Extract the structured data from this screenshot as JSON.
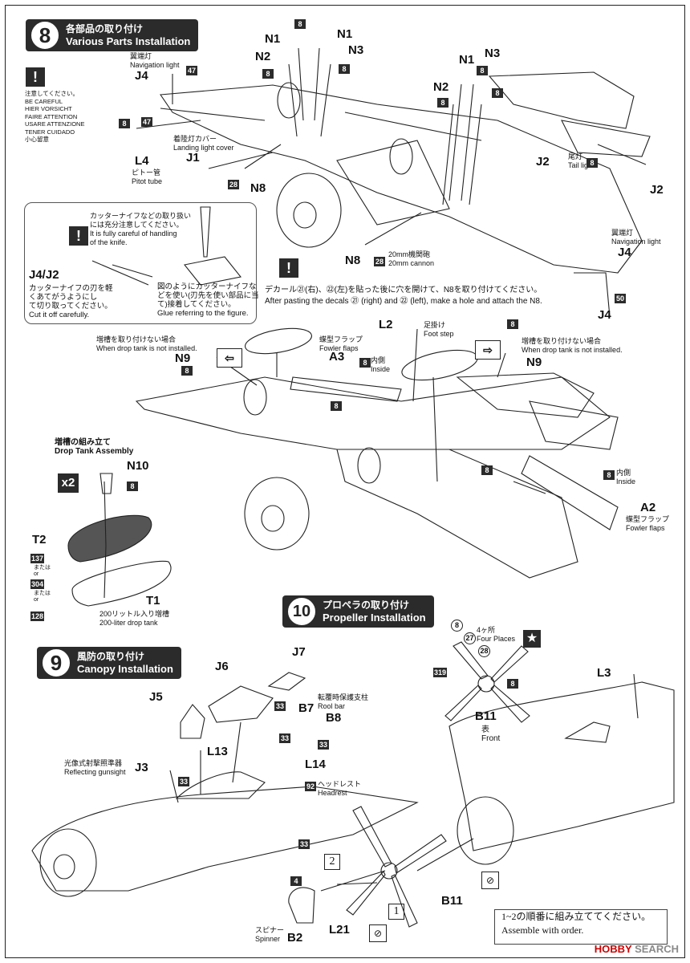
{
  "sections": {
    "s8": {
      "num": "8",
      "jp": "各部品の取り付け",
      "en": "Various Parts Installation"
    },
    "s9": {
      "num": "9",
      "jp": "風防の取り付け",
      "en": "Canopy Installation"
    },
    "s10": {
      "num": "10",
      "jp": "プロペラの取り付け",
      "en": "Propeller Installation"
    }
  },
  "careful": [
    "注意してください。",
    "BE CAREFUL",
    "HIER VORSICHT",
    "FAIRE ATTENTION",
    "USARE ATTENZIONE",
    "TENER CUIDADO",
    "小心留意"
  ],
  "knife_note": {
    "jp1": "カッターナイフなどの取り扱い",
    "jp2": "には充分注意してください。",
    "en1": "It is fully careful of handling",
    "en2": "of the knife.",
    "part": "J4/J2",
    "cut_jp1": "カッターナイフの刃を軽",
    "cut_jp2": "くあてがうようにし",
    "cut_jp3": "て切り取ってください。",
    "cut_en": "Cut it off carefully.",
    "glue_jp1": "図のようにカッターナイフな",
    "glue_jp2": "どを使い(刃先を使い部品に当",
    "glue_jp3": "て)接着してください。",
    "glue_en": "Glue referring to the figure."
  },
  "labels": {
    "n1": "N1",
    "n2": "N2",
    "n3": "N3",
    "n8": "N8",
    "n9": "N9",
    "n10": "N10",
    "j1": "J1",
    "j2": "J2",
    "j3": "J3",
    "j4": "J4",
    "j5": "J5",
    "j6": "J6",
    "j7": "J7",
    "l2": "L2",
    "l3": "L3",
    "l4": "L4",
    "l13": "L13",
    "l14": "L14",
    "l21": "L21",
    "a2": "A2",
    "a3": "A3",
    "t1": "T1",
    "t2": "T2",
    "b2": "B2",
    "b7": "B7",
    "b8": "B8",
    "b11": "B11"
  },
  "captions": {
    "nav_light_jp": "翼端灯",
    "nav_light_en": "Navigation light",
    "landing_jp": "着陸灯カバー",
    "landing_en": "Landing light cover",
    "pitot_jp": "ピトー管",
    "pitot_en": "Pitot tube",
    "tail_jp": "尾灯",
    "tail_en": "Tail light",
    "cannon_jp": "20mm機関砲",
    "cannon_en": "20mm cannon",
    "decal_jp": "デカール㉑(右)、㉒(左)を貼った後に穴を開けて、N8を取り付けてください。",
    "decal_en": "After pasting the decals ㉑ (right) and ㉒ (left), make a hole and attach the N8.",
    "drop_not_jp": "増槽を取り付けない場合",
    "drop_not_en": "When drop tank is not installed.",
    "flap_jp": "蝶型フラップ",
    "flap_en": "Fowler flaps",
    "inside_jp": "内側",
    "inside_en": "Inside",
    "step_jp": "足掛け",
    "step_en": "Foot step",
    "drop_asm_jp": "増槽の組み立て",
    "drop_asm_en": "Drop Tank Assembly",
    "tank_jp": "200リットル入り増槽",
    "tank_en": "200-liter drop tank",
    "or_jp": "または",
    "or_en": "or",
    "four_jp": "4ヶ所",
    "four_en": "Four Places",
    "front_jp": "表",
    "front_en": "Front",
    "rollbar_jp": "転覆時保護支柱",
    "rollbar_en": "Rool bar",
    "gunsight_jp": "光像式射撃照準器",
    "gunsight_en": "Reflecting gunsight",
    "headrest_jp": "ヘッドレスト",
    "headrest_en": "Headrest",
    "spinner_jp": "スピナー",
    "spinner_en": "Spinner",
    "order_jp": "1~2の順番に組み立ててください。",
    "order_en": "Assemble with order.",
    "x2": "x2",
    "step1": "1",
    "step2": "2"
  },
  "colors": {
    "c8": "8",
    "c47": "47",
    "c28": "28",
    "c50": "50",
    "c137": "137",
    "c304": "304",
    "c128": "128",
    "c33": "33",
    "c92": "92",
    "c4": "4",
    "c319": "319",
    "c27": "27"
  },
  "watermark": {
    "a": "HOBBY",
    "b": "SEARCH"
  }
}
